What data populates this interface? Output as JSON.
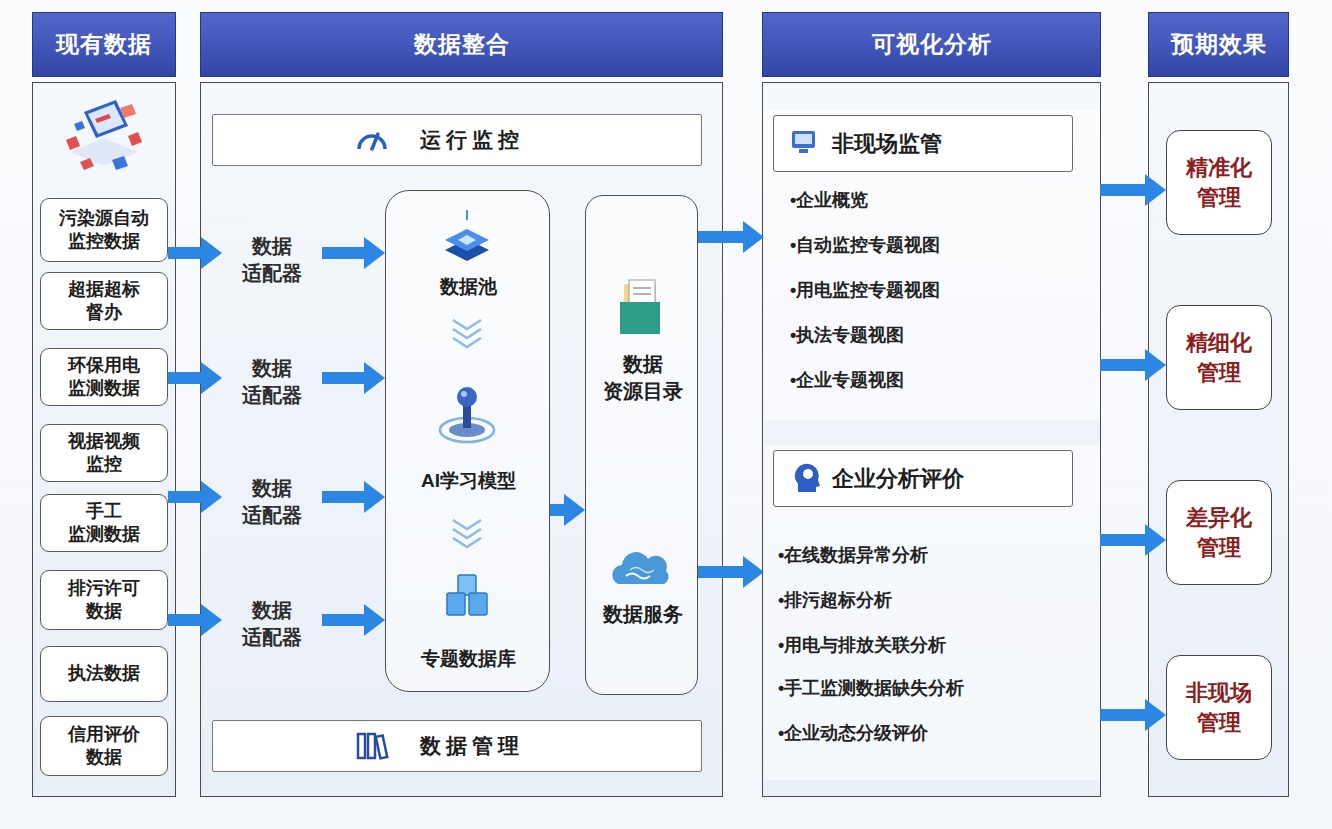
{
  "diagram": {
    "nodes": [
      {
        "text": [
          "现有数据"
        ]
      },
      {
        "text": [
          "污染源自动 监控数据"
        ],
        "in": 0
      },
      {
        "text": [
          "超据超标 督办"
        ],
        "in": 0
      },
      {
        "text": [
          "环保用电 监测数据"
        ],
        "in": 0
      },
      {
        "text": [
          "视据视频 监控"
        ],
        "in": 0
      },
      {
        "text": [
          "手工 监测数据"
        ],
        "in": 0
      },
      {
        "text": [
          "排污许可 数据"
        ],
        "in": 0
      },
      {
        "text": [
          "执法数据"
        ],
        "in": 0
      },
      {
        "text": [
          "信用评价 数据"
        ],
        "in": 0
      },
      {
        "text": [
          "数据整合"
        ]
      },
      {
        "text": [
          "运行监控"
        ],
        "in": 9
      },
      {
        "text": [
          "数据 适配器"
        ],
        "in": 9
      },
      {
        "text": [
          "数据 适配器"
        ],
        "in": 9
      },
      {
        "text": [
          "数据 适配器"
        ],
        "in": 9
      },
      {
        "text": [
          "数据 适配器"
        ],
        "in": 9
      },
      {
        "text": [
          "数据池",
          "AI学习模型",
          "专题数据库"
        ],
        "in": 9
      },
      {
        "text": [
          "数据 资源目录",
          "数据服务"
        ],
        "in": 9
      },
      {
        "text": [
          "数据管理"
        ],
        "in": 9
      },
      {
        "text": [
          "可视化分析"
        ]
      },
      {
        "text": [
          "非现场监管",
          "•企业概览",
          "•自动监控专题视图",
          "•用电监控专题视图",
          "•执法专题视图",
          "•企业专题视图"
        ],
        "in": 18
      },
      {
        "text": [
          "企业分析评价",
          "•在线数据异常分析",
          "•排污超标分析",
          "•用电与排放关联分析",
          "•手工监测数据缺失分析",
          "•企业动态分级评价"
        ],
        "in": 18
      },
      {
        "text": [
          "预期效果"
        ]
      },
      {
        "text": [
          "精准化 管理"
        ],
        "in": 21
      },
      {
        "text": [
          "精细化 管理"
        ],
        "in": 21
      },
      {
        "text": [
          "差异化 管理"
        ],
        "in": 21
      },
      {
        "text": [
          "非现场 管理"
        ],
        "in": 21
      }
    ],
    "edges": [
      {
        "from": 1,
        "to": 11,
        "arrow": "to"
      },
      {
        "from": 3,
        "to": 12,
        "arrow": "to"
      },
      {
        "from": 5,
        "to": 13,
        "arrow": "to"
      },
      {
        "from": 6,
        "to": 14,
        "arrow": "to"
      },
      {
        "from": 11,
        "to": 15,
        "arrow": "to"
      },
      {
        "from": 12,
        "to": 15,
        "arrow": "to"
      },
      {
        "from": 13,
        "to": 15,
        "arrow": "to"
      },
      {
        "from": 14,
        "to": 15,
        "arrow": "to"
      },
      {
        "from": 15,
        "to": 16,
        "arrow": "to"
      },
      {
        "from": 16,
        "to": 19,
        "arrow": "to"
      },
      {
        "from": 16,
        "to": 20,
        "arrow": "to"
      },
      {
        "from": 19,
        "to": 22,
        "arrow": "to"
      },
      {
        "from": 19,
        "to": 23,
        "arrow": "to"
      },
      {
        "from": 20,
        "to": 24,
        "arrow": "to"
      },
      {
        "from": 20,
        "to": 25,
        "arrow": "to"
      }
    ]
  }
}
